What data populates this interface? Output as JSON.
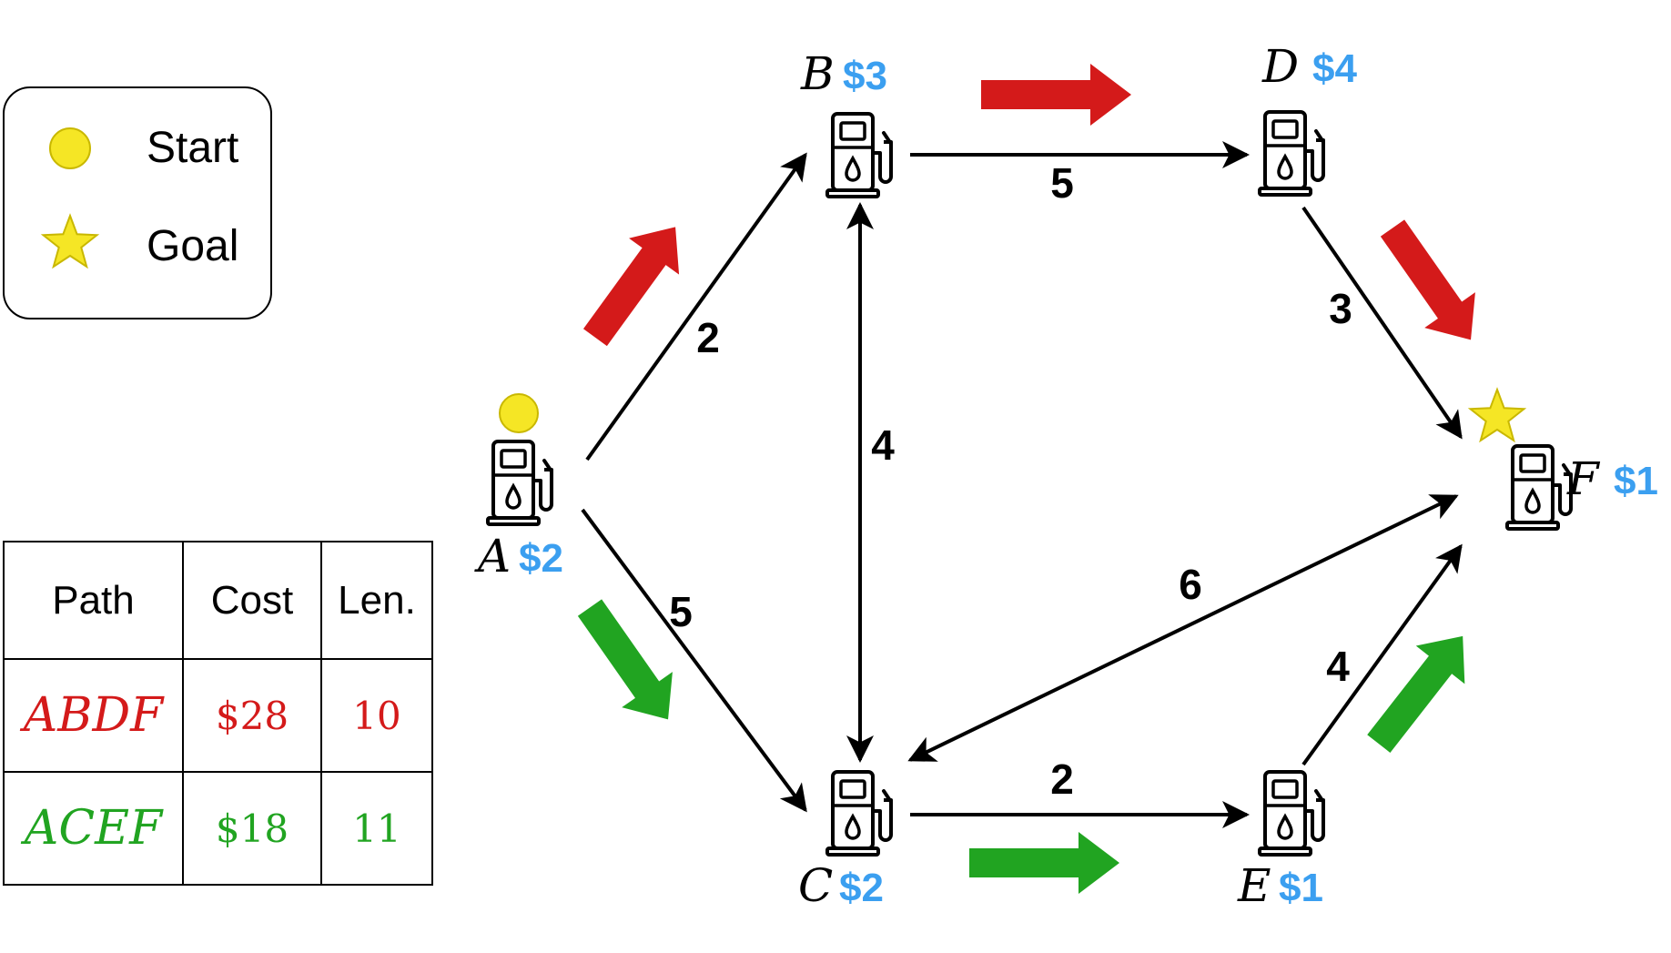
{
  "legend": {
    "start_label": "Start",
    "goal_label": "Goal"
  },
  "nodes": [
    {
      "id": "A",
      "price": "$2"
    },
    {
      "id": "B",
      "price": "$3"
    },
    {
      "id": "C",
      "price": "$2"
    },
    {
      "id": "D",
      "price": "$4"
    },
    {
      "id": "E",
      "price": "$1"
    },
    {
      "id": "F",
      "price": "$1"
    }
  ],
  "edges": [
    {
      "from": "A",
      "to": "B",
      "weight": "2"
    },
    {
      "from": "A",
      "to": "C",
      "weight": "5"
    },
    {
      "from": "B",
      "to": "C",
      "weight": "4",
      "bidirectional": true
    },
    {
      "from": "B",
      "to": "D",
      "weight": "5"
    },
    {
      "from": "D",
      "to": "F",
      "weight": "3"
    },
    {
      "from": "C",
      "to": "F",
      "weight": "6",
      "bidirectional": true
    },
    {
      "from": "C",
      "to": "E",
      "weight": "2"
    },
    {
      "from": "E",
      "to": "F",
      "weight": "4"
    }
  ],
  "start_node": "A",
  "goal_node": "F",
  "highlighted_paths": [
    {
      "color": "#d41a1a",
      "nodes": [
        "A",
        "B",
        "D",
        "F"
      ]
    },
    {
      "color": "#21a421",
      "nodes": [
        "A",
        "C",
        "E",
        "F"
      ]
    }
  ],
  "table": {
    "headers": [
      "Path",
      "Cost",
      "Len."
    ],
    "rows": [
      {
        "path": "ABDF",
        "cost": "$28",
        "len": "10",
        "color": "#d41a1a"
      },
      {
        "path": "ACEF",
        "cost": "$18",
        "len": "11",
        "color": "#21a421"
      }
    ]
  },
  "colors": {
    "price": "#3b9ff0",
    "marker_yellow": "#f5e625",
    "red_path": "#d41a1a",
    "green_path": "#21a421"
  },
  "icons": {
    "station": "fuel-pump-icon",
    "start": "circle-icon",
    "goal": "star-icon"
  }
}
